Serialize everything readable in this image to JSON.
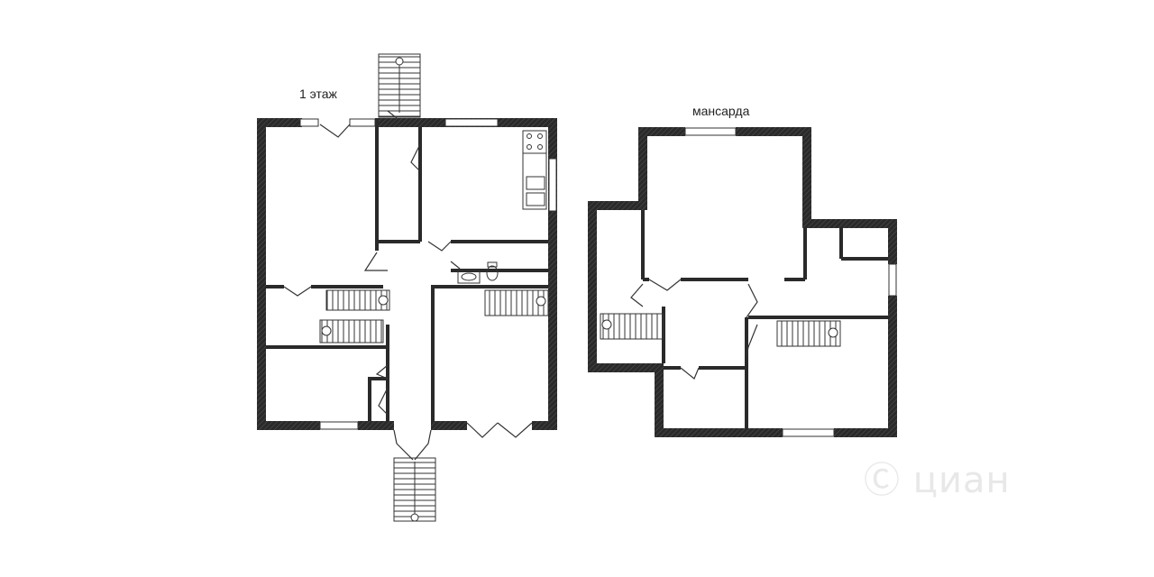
{
  "labels": {
    "floor1": "1 этаж",
    "attic": "мансарда"
  },
  "watermark": {
    "text": "циан",
    "icon": "cian-logo-icon"
  },
  "colors": {
    "wall": "#2a2a2a",
    "line": "#333333",
    "background": "#ffffff",
    "watermark": "#e8e8e8"
  }
}
